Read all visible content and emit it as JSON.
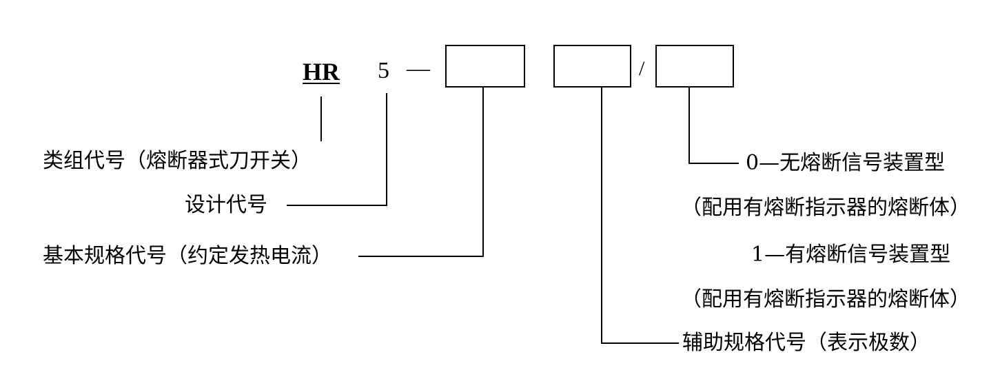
{
  "model_code": {
    "series": "HR",
    "design_no": "5",
    "dash": "—",
    "slash": "/"
  },
  "descriptions": {
    "category": "类组代号（熔断器式刀开关）",
    "design": "设计代号",
    "basic_spec": "基本规格代号（约定发热电流）",
    "aux_spec": "辅助规格代号（表示极数）"
  },
  "options": [
    {
      "code_line": "0—无熔断信号装置型",
      "note": "（配用有熔断指示器的熔断体）"
    },
    {
      "code_line": "1—有熔断信号装置型",
      "note": "（配用有熔断指示器的熔断体）"
    }
  ]
}
